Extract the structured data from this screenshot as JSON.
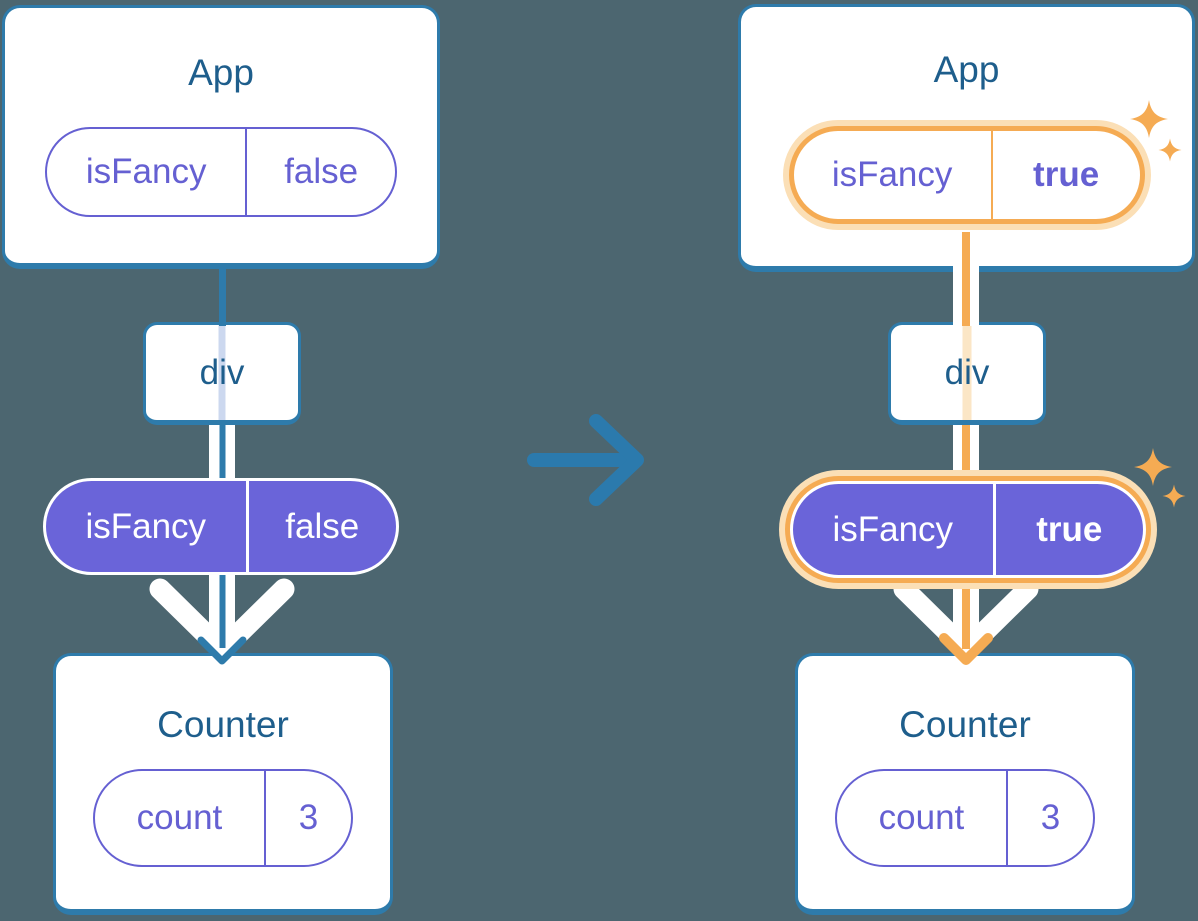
{
  "colors": {
    "background": "#4C6670",
    "card_border_blue": "#2E7BAB",
    "heading_text": "#1E5E8C",
    "purple_outline": "#6560D2",
    "indigo_fill": "#6A64D9",
    "highlight_orange": "#F5AB53",
    "highlight_glow": "#FBDFB6",
    "faint_line_lavender": "#CCD8EF",
    "faint_line_peach": "#FBE6C6",
    "arrow_blue": "#2B7AAD",
    "pipe_white": "#FFFFFF"
  },
  "icons": {
    "center_arrow": "arrow-right-icon",
    "sparkle": "sparkle-icon",
    "down_arrow": "arrow-down-icon"
  },
  "left_tree": {
    "app": {
      "title": "App",
      "state_pill": {
        "name": "isFancy",
        "value": "false"
      }
    },
    "div": {
      "label": "div"
    },
    "prop_pill": {
      "name": "isFancy",
      "value": "false"
    },
    "counter": {
      "title": "Counter",
      "state_pill": {
        "name": "count",
        "value": "3"
      }
    }
  },
  "right_tree": {
    "app": {
      "title": "App",
      "state_pill": {
        "name": "isFancy",
        "value": "true"
      }
    },
    "div": {
      "label": "div"
    },
    "prop_pill": {
      "name": "isFancy",
      "value": "true"
    },
    "counter": {
      "title": "Counter",
      "state_pill": {
        "name": "count",
        "value": "3"
      }
    }
  }
}
